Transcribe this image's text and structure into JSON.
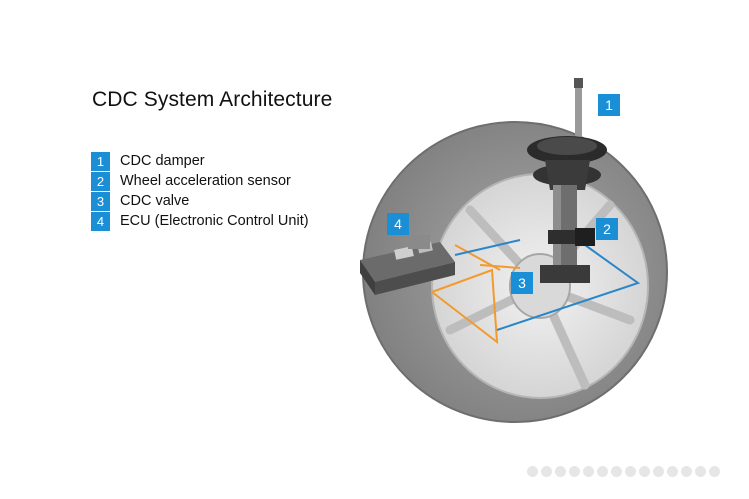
{
  "title": "CDC System Architecture",
  "legend": [
    {
      "number": "1",
      "label": "CDC damper"
    },
    {
      "number": "2",
      "label": "Wheel acceleration sensor"
    },
    {
      "number": "3",
      "label": "CDC valve"
    },
    {
      "number": "4",
      "label": "ECU (Electronic Control Unit)"
    }
  ],
  "callouts": {
    "c1": "1",
    "c2": "2",
    "c3": "3",
    "c4": "4"
  },
  "colors": {
    "accent": "#1a8fd6",
    "orange_lines": "#f29a2e",
    "blue_lines": "#2a86c8",
    "tire": "#8c8c8c"
  }
}
